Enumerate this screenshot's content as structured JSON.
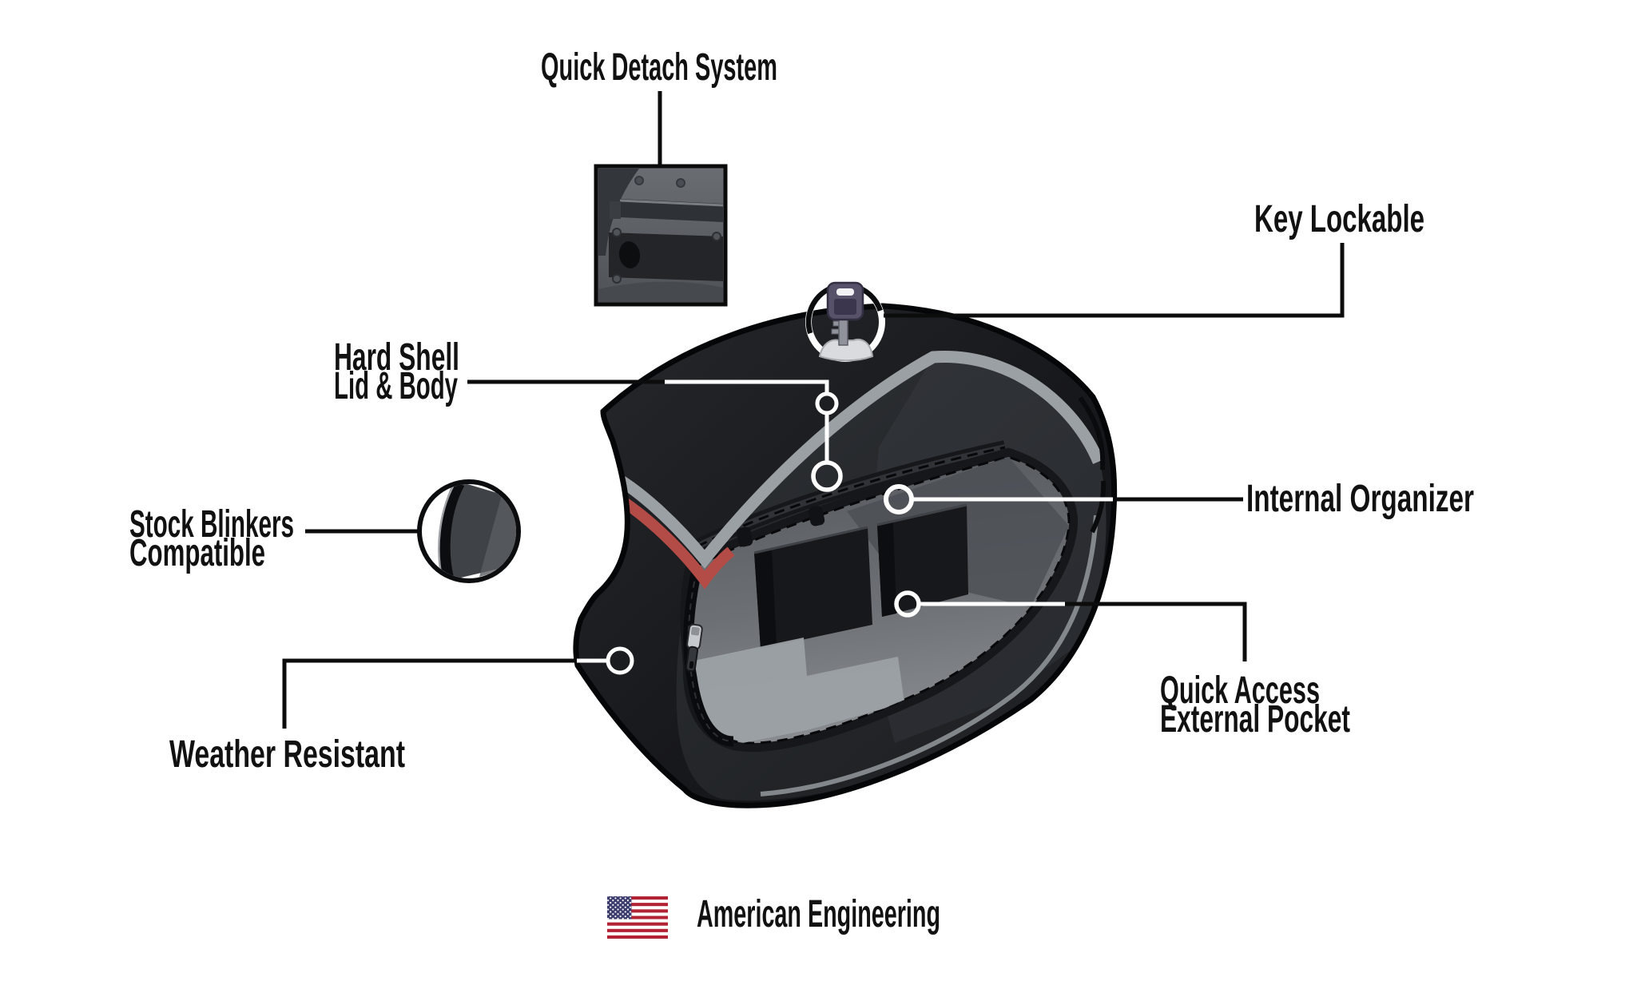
{
  "page": {
    "background": "#ffffff",
    "type": "product-feature-diagram",
    "product": "motorcycle saddlebag"
  },
  "callouts": {
    "quick_detach": {
      "label": "Quick Detach System"
    },
    "key_lockable": {
      "label": "Key Lockable"
    },
    "hard_shell": {
      "label_line1": "Hard Shell",
      "label_line2": "Lid & Body"
    },
    "stock_blinkers": {
      "label_line1": "Stock Blinkers",
      "label_line2": "Compatible"
    },
    "weather_resistant": {
      "label": "Weather Resistant"
    },
    "internal_organizer": {
      "label": "Internal Organizer"
    },
    "quick_access": {
      "label_line1": "Quick Access",
      "label_line2": "External Pocket"
    }
  },
  "footer": {
    "american_engineering": "American Engineering"
  },
  "icons": {
    "key": "key-icon",
    "flag": "us-flag-icon",
    "quick_detach_closeup": "quick-detach-mount-inset",
    "blinker_closeup": "blinker-clearance-inset"
  },
  "colors": {
    "text": "#111111",
    "callout_line_dark": "#0c0c0c",
    "callout_line_light": "#ffffff",
    "bag_black": "#17181b",
    "trim_gray": "#9ba0a4",
    "accent_red": "#b34b46",
    "pocket_gray": "#8a8e92",
    "flag_blue": "#3c3b6e",
    "flag_red": "#b22234"
  }
}
